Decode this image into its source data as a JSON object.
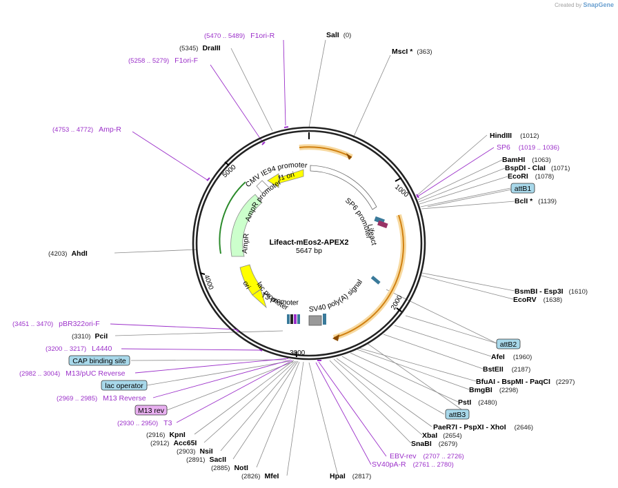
{
  "brand": {
    "prefix": "Created by",
    "name": "SnapGene"
  },
  "plasmid": {
    "name": "Lifeact-mEos2-APEX2",
    "size_label": "5647 bp",
    "length": 5647
  },
  "ticks": [
    "1000",
    "2000",
    "3000",
    "4000",
    "5000"
  ],
  "enzymes": [
    {
      "name": "SalI",
      "pos": "(0)",
      "site": 0
    },
    {
      "name": "MscI *",
      "pos": "(363)",
      "site": 363
    },
    {
      "name": "HindIII",
      "pos": "(1012)",
      "site": 1012
    },
    {
      "name": "BamHI",
      "pos": "(1063)",
      "site": 1063
    },
    {
      "name": "BspDI - ClaI",
      "pos": "(1071)",
      "site": 1071
    },
    {
      "name": "EcoRI",
      "pos": "(1078)",
      "site": 1078
    },
    {
      "name": "BclI *",
      "pos": "(1139)",
      "site": 1139
    },
    {
      "name": "BsmBI - Esp3I",
      "pos": "(1610)",
      "site": 1610
    },
    {
      "name": "EcoRV",
      "pos": "(1638)",
      "site": 1638
    },
    {
      "name": "AfeI",
      "pos": "(1960)",
      "site": 1960
    },
    {
      "name": "BstEII",
      "pos": "(2187)",
      "site": 2187
    },
    {
      "name": "BfuAI - BspMI - PaqCI",
      "pos": "(2297)",
      "site": 2297
    },
    {
      "name": "BmgBI",
      "pos": "(2298)",
      "site": 2298
    },
    {
      "name": "PstI",
      "pos": "(2480)",
      "site": 2480
    },
    {
      "name": "PaeR7I - PspXI - XhoI",
      "pos": "(2646)",
      "site": 2646
    },
    {
      "name": "XbaI",
      "pos": "(2654)",
      "site": 2654
    },
    {
      "name": "SnaBI",
      "pos": "(2679)",
      "site": 2679
    },
    {
      "name": "HpaI",
      "pos": "(2817)",
      "site": 2817
    },
    {
      "name": "MfeI",
      "pos": "(2826)",
      "site": 2826
    },
    {
      "name": "NotI",
      "pos": "(2885)",
      "site": 2885
    },
    {
      "name": "SacII",
      "pos": "(2891)",
      "site": 2891
    },
    {
      "name": "NsiI",
      "pos": "(2903)",
      "site": 2903
    },
    {
      "name": "Acc65I",
      "pos": "(2912)",
      "site": 2912
    },
    {
      "name": "KpnI",
      "pos": "(2916)",
      "site": 2916
    },
    {
      "name": "PciI",
      "pos": "(3310)",
      "site": 3310
    },
    {
      "name": "AhdI",
      "pos": "(4203)",
      "site": 4203
    },
    {
      "name": "DraIII",
      "pos": "(5345)",
      "site": 5345
    }
  ],
  "primers": [
    {
      "name": "F1ori-R",
      "pos": "(5470 .. 5489)",
      "site": 5480
    },
    {
      "name": "F1ori-F",
      "pos": "(5258 .. 5279)",
      "site": 5268
    },
    {
      "name": "Amp-R",
      "pos": "(4753 .. 4772)",
      "site": 4762
    },
    {
      "name": "SP6",
      "pos": "(1019 .. 1036)",
      "site": 1027
    },
    {
      "name": "pBR322ori-F",
      "pos": "(3451 .. 3470)",
      "site": 3460
    },
    {
      "name": "L4440",
      "pos": "(3200 .. 3217)",
      "site": 3208
    },
    {
      "name": "M13/pUC Reverse",
      "pos": "(2982 .. 3004)",
      "site": 2993
    },
    {
      "name": "M13 Reverse",
      "pos": "(2969 .. 2985)",
      "site": 2977
    },
    {
      "name": "T3",
      "pos": "(2930 .. 2950)",
      "site": 2940
    },
    {
      "name": "EBV-rev",
      "pos": "(2707 .. 2726)",
      "site": 2716
    },
    {
      "name": "SV40pA-R",
      "pos": "(2761 .. 2780)",
      "site": 2770
    }
  ],
  "boxed_features": [
    {
      "name": "attB1",
      "color": "#a8d8ea"
    },
    {
      "name": "attB2",
      "color": "#a8d8ea"
    },
    {
      "name": "attB3",
      "color": "#a8d8ea"
    },
    {
      "name": "CAP binding site",
      "color": "#a8d8ea"
    },
    {
      "name": "lac operator",
      "color": "#a8d8ea"
    },
    {
      "name": "M13 rev",
      "color": "#e8b0f0"
    }
  ],
  "features": [
    {
      "name": "CMV IE94 promoter"
    },
    {
      "name": "SP6 promoter"
    },
    {
      "name": "Lifeact"
    },
    {
      "name": "SV40 poly(A) signal"
    },
    {
      "name": "T3 promoter"
    },
    {
      "name": "lac promoter"
    },
    {
      "name": "ori",
      "color": "#ffff00"
    },
    {
      "name": "AmpR",
      "color": "#ccffcc"
    },
    {
      "name": "AmpR promoter"
    },
    {
      "name": "f1 ori",
      "color": "#ffff00"
    }
  ],
  "colors": {
    "primer": "#9b2fc9",
    "orf": "#f0a020",
    "backbone": "#222222"
  }
}
